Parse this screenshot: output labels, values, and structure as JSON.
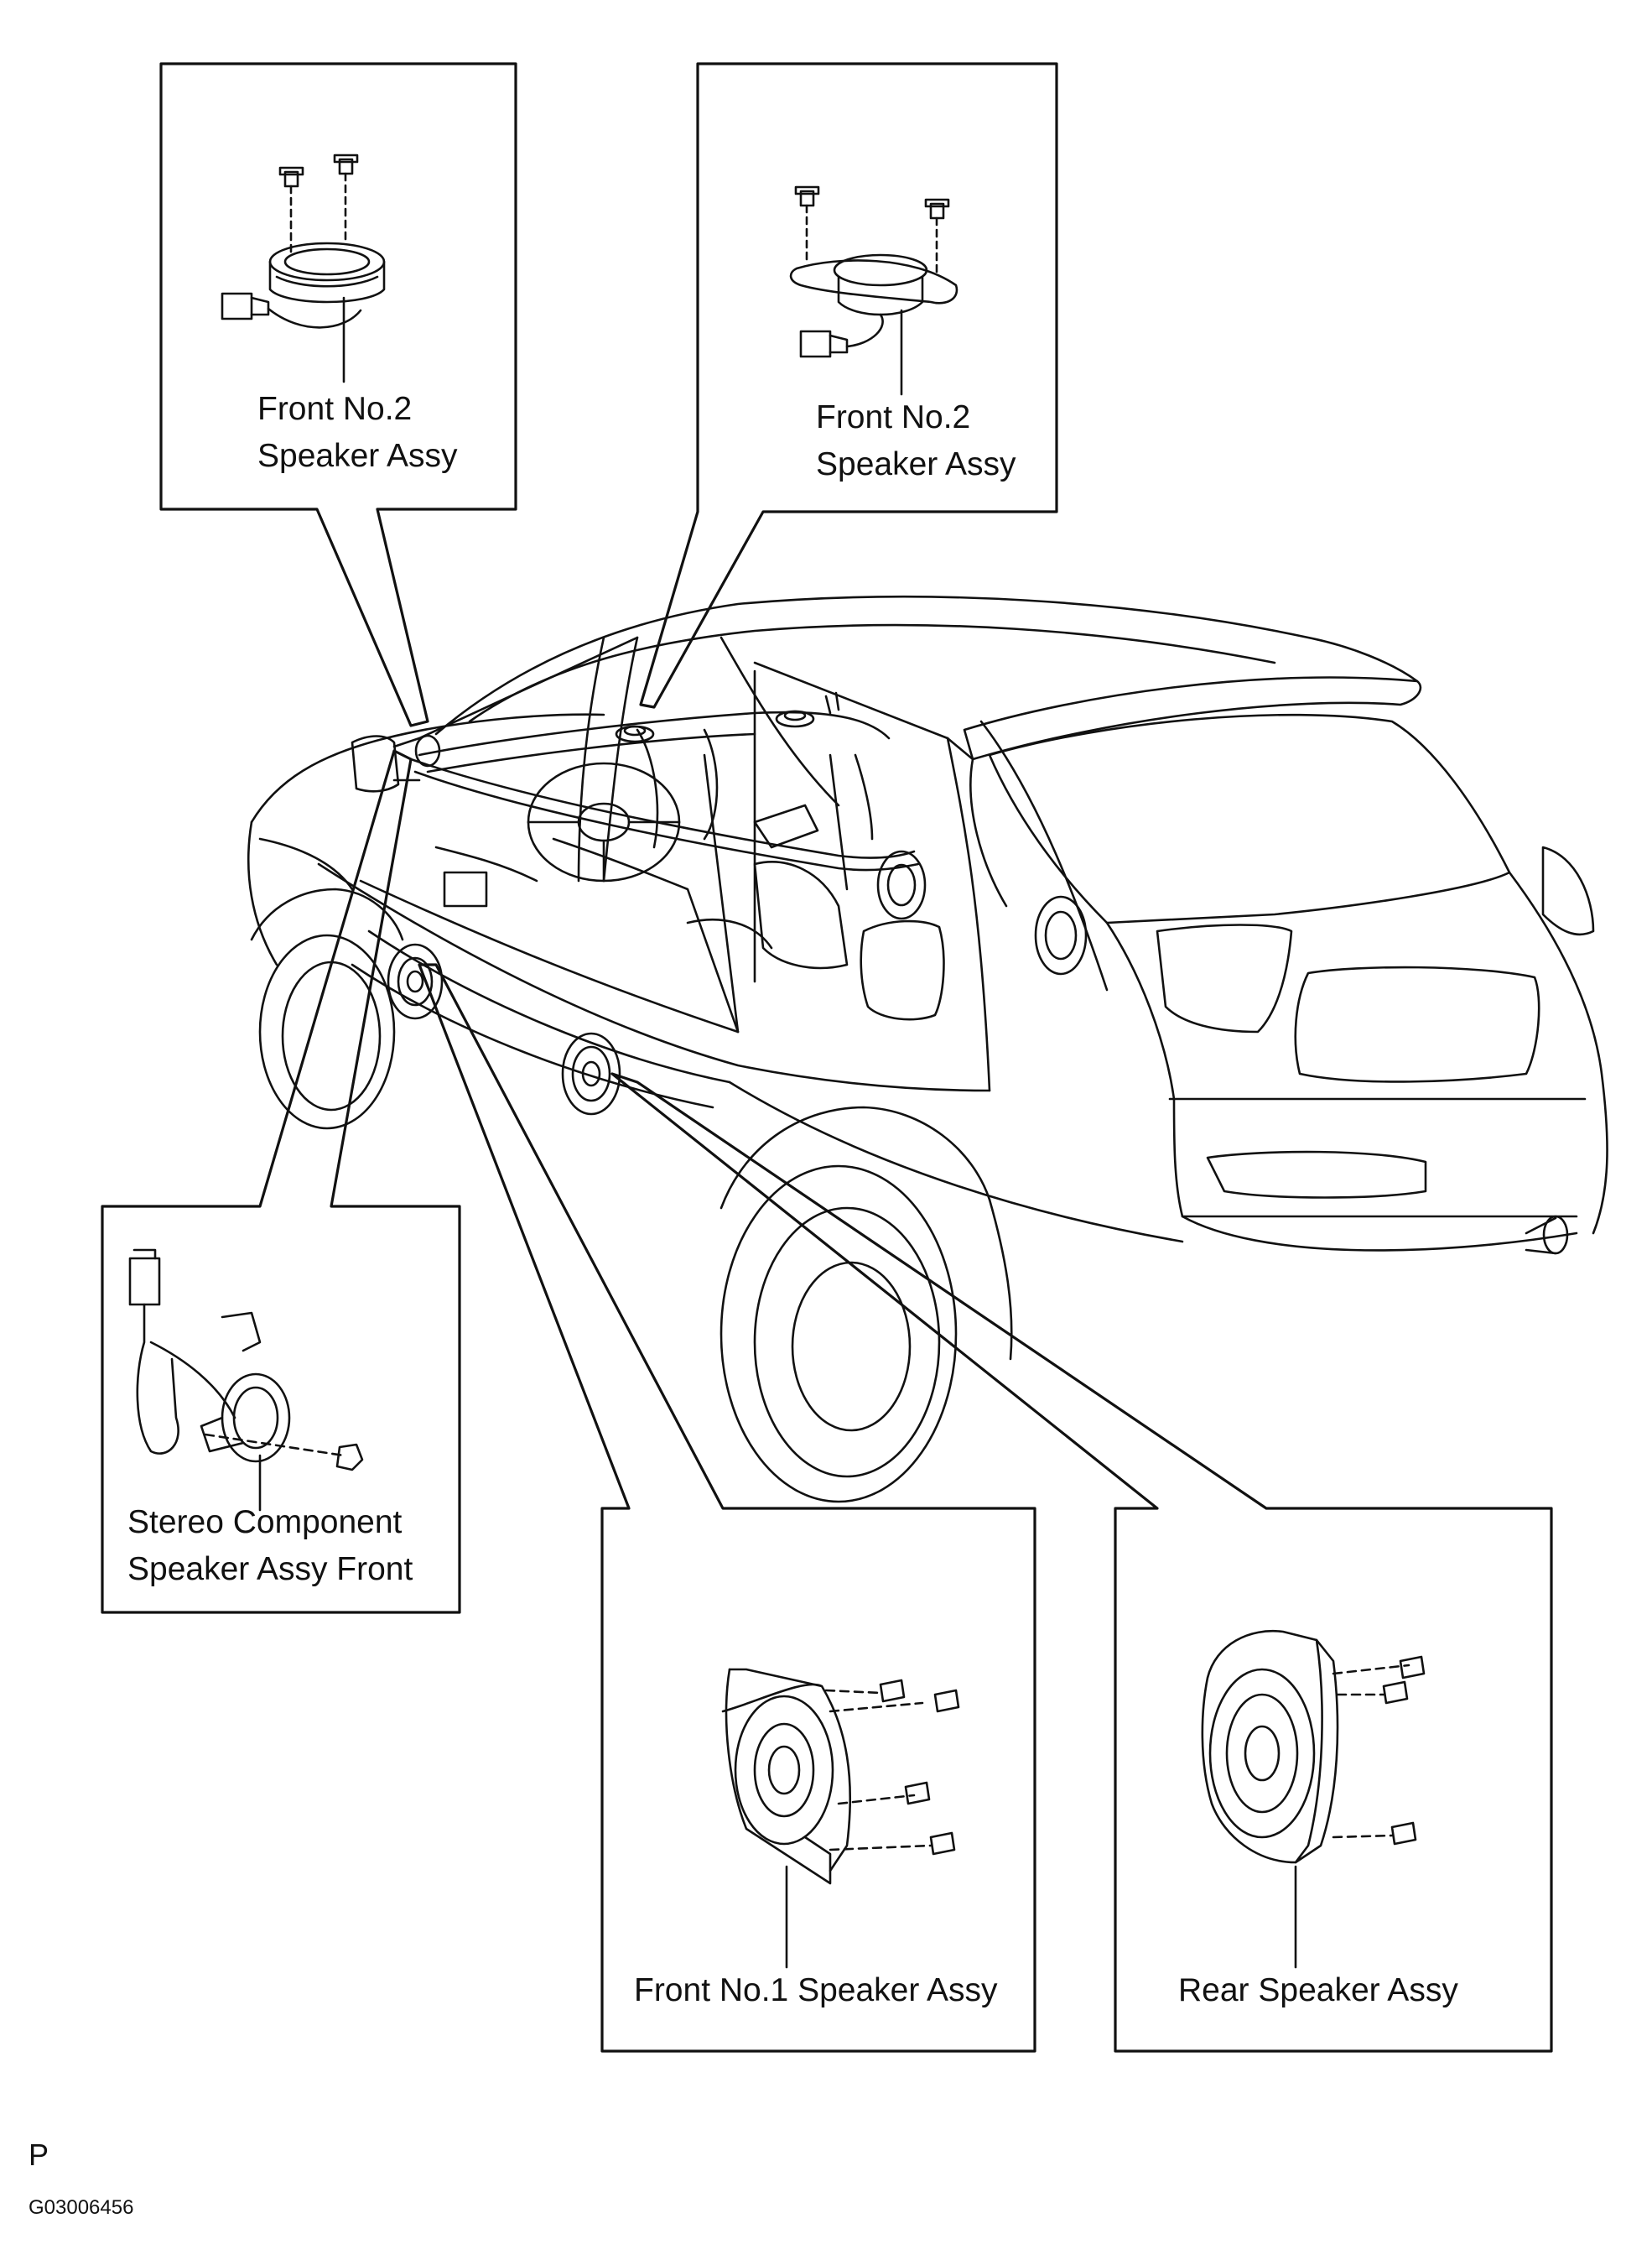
{
  "labels": {
    "front_no2_left": [
      "Front No.2",
      "Speaker Assy"
    ],
    "front_no2_right": [
      "Front No.2",
      "Speaker Assy"
    ],
    "stereo_component": [
      "Stereo Component",
      "Speaker Assy Front"
    ],
    "front_no1": "Front No.1 Speaker Assy",
    "rear": "Rear Speaker Assy"
  },
  "footer": {
    "mark": "P",
    "figure_id": "G03006456"
  }
}
